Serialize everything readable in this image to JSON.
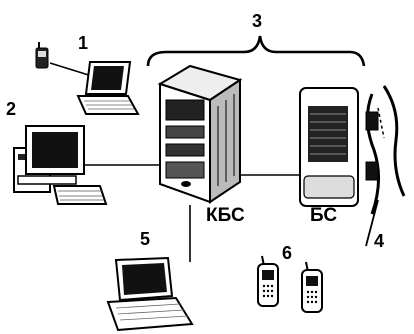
{
  "labels": {
    "n1": "1",
    "n2": "2",
    "n3": "3",
    "n4": "4",
    "n5": "5",
    "n6": "6",
    "kbs": "КБС",
    "bs": "БС"
  }
}
